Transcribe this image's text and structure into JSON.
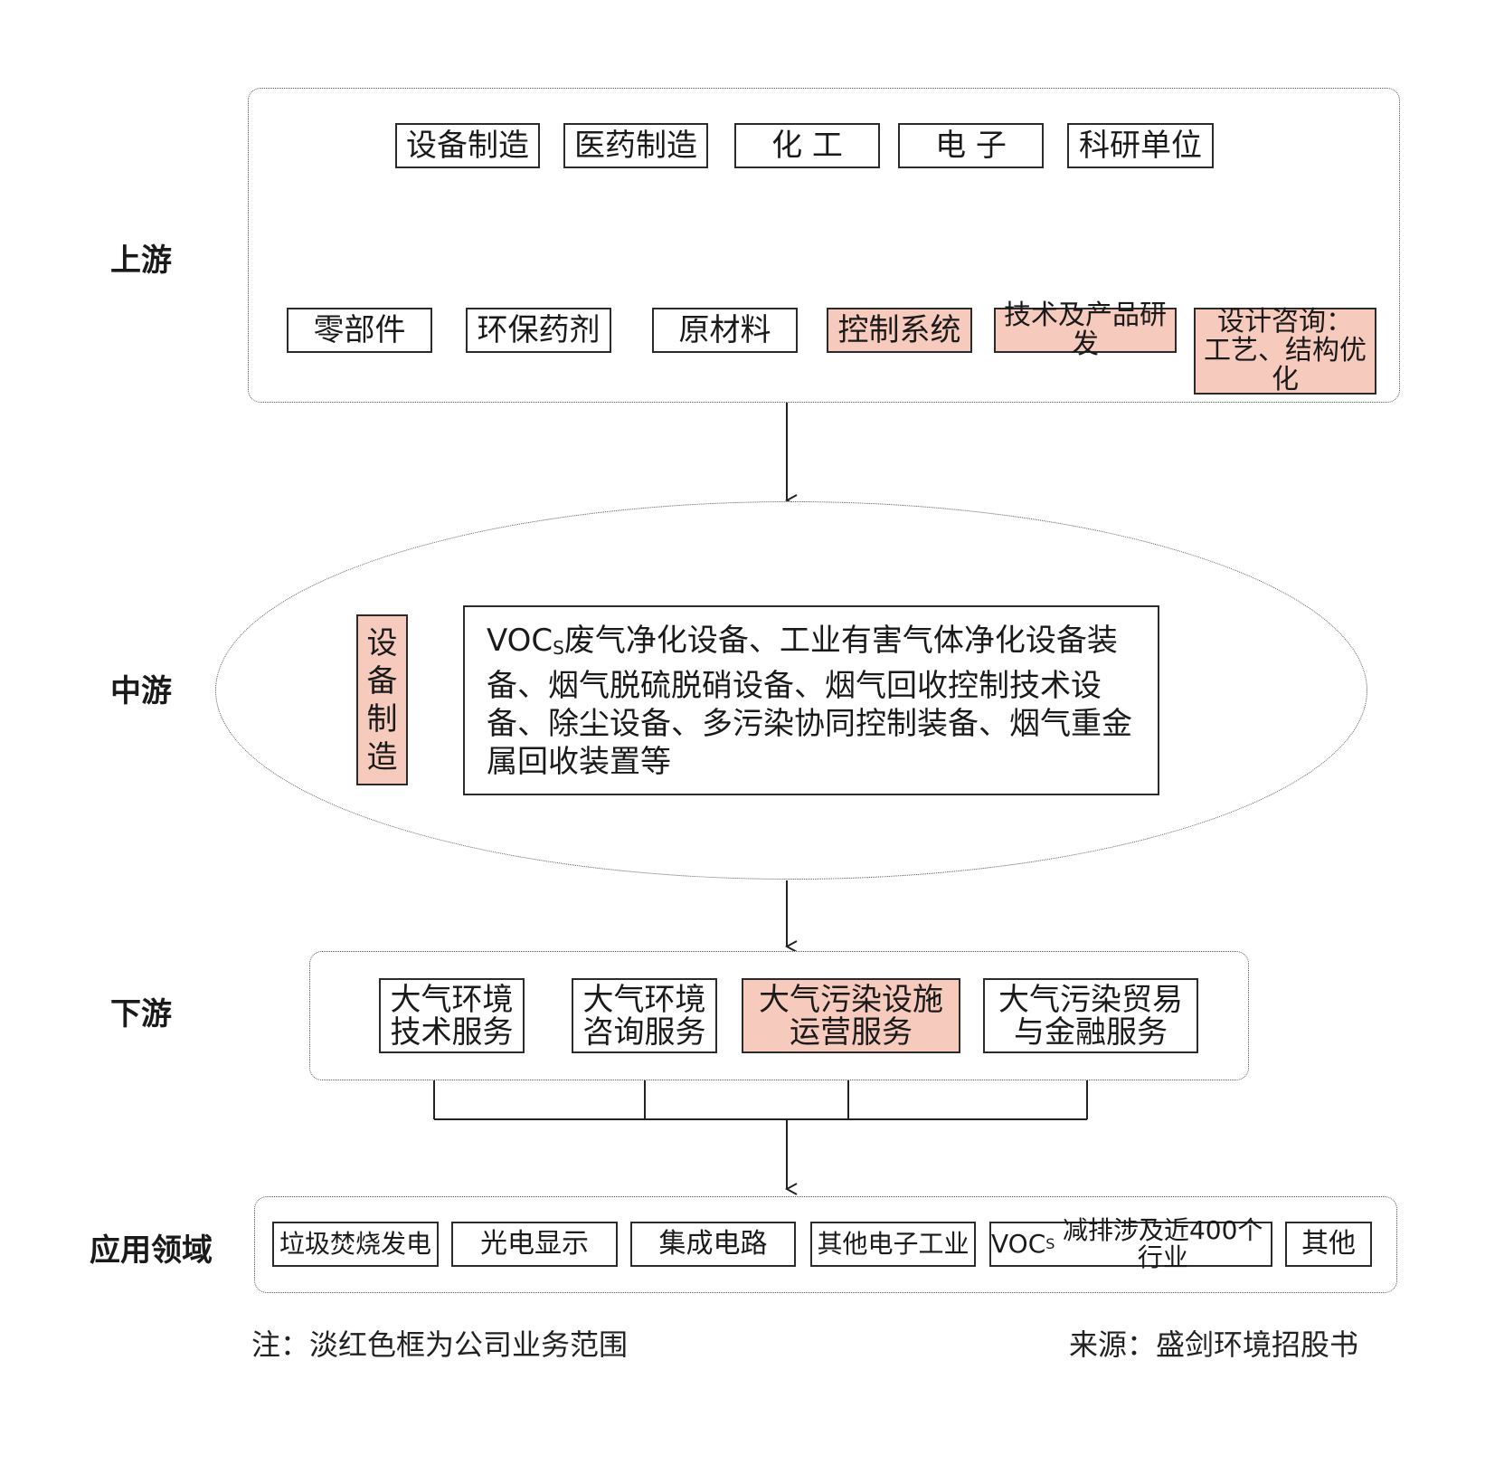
{
  "stages": {
    "upstream": "上游",
    "midstream": "中游",
    "downstream": "下游",
    "application": "应用领域"
  },
  "upstream": {
    "industries": [
      "设备制造",
      "医药制造",
      "化 工",
      "电 子",
      "科研单位"
    ],
    "supplies": [
      "零部件",
      "环保药剂",
      "原材料"
    ],
    "supplies_highlight": [
      "控制系统",
      "技术及产品研发",
      "设计咨询：\n工艺、结构优化"
    ]
  },
  "midstream": {
    "manufacturing_chars": [
      "设",
      "备",
      "制",
      "造"
    ],
    "products_prefix": "VOC",
    "products_sub": "S",
    "products_rest": "废气净化设备、工业有害气体净化设备装备、烟气脱硫脱硝设备、烟气回收控制技术设备、除尘设备、多污染协同控制装备、烟气重金属回收装置等"
  },
  "downstream": {
    "services": [
      "大气环境\n技术服务",
      "大气环境\n咨询服务",
      "大气污染设施\n运营服务",
      "大气污染贸易\n与金融服务"
    ]
  },
  "applications": {
    "items": [
      "垃圾焚烧发电",
      "光电显示",
      "集成电路",
      "其他电子工业",
      "VOC",
      "其他"
    ],
    "voc_sub": "S",
    "voc_rest": "减排涉及近400个行业"
  },
  "footer": {
    "note": "注：淡红色框为公司业务范围",
    "source": "来源：盛剑环境招股书"
  },
  "colors": {
    "highlight": "#f6cbbe",
    "border": "#2b2b2b"
  }
}
